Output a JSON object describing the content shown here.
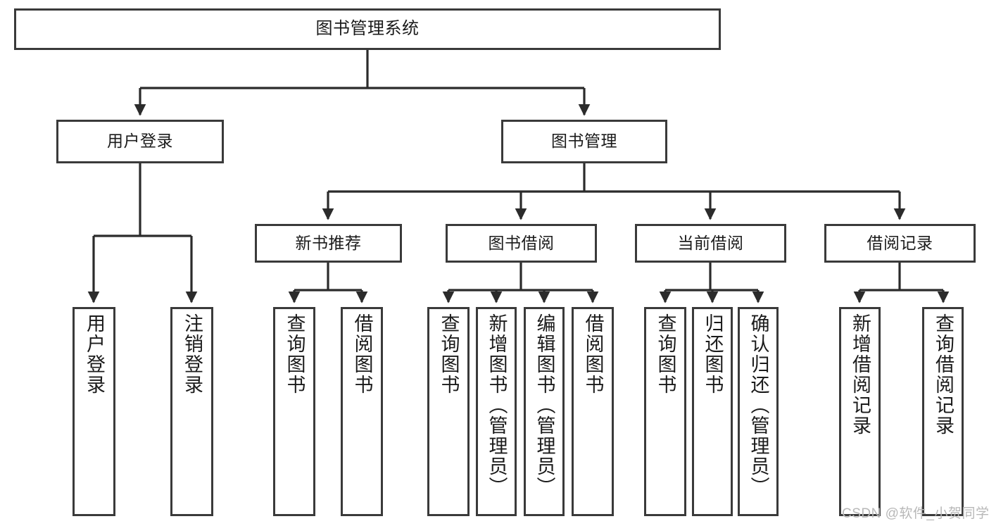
{
  "diagram": {
    "type": "tree",
    "title": "图书管理系统",
    "orientation": "top-down",
    "colors": {
      "node_border": "#3a3a3a",
      "node_fill": "#ffffff",
      "edge": "#2b2b2b",
      "text": "#1b1b1b",
      "watermark": "#b8b8b8",
      "background": "#ffffff"
    },
    "root": {
      "label": "图书管理系统"
    },
    "level2": [
      {
        "label": "用户登录"
      },
      {
        "label": "图书管理"
      }
    ],
    "level3": [
      {
        "label": "新书推荐"
      },
      {
        "label": "图书借阅"
      },
      {
        "label": "当前借阅"
      },
      {
        "label": "借阅记录"
      }
    ],
    "leaves": {
      "user_login": [
        {
          "label": "用户登录"
        },
        {
          "label": "注销登录"
        }
      ],
      "new_book_recommend": [
        {
          "label": "查询图书"
        },
        {
          "label": "借阅图书"
        }
      ],
      "book_borrow": [
        {
          "label": "查询图书"
        },
        {
          "label": "新增图书（管理员）"
        },
        {
          "label": "编辑图书（管理员）"
        },
        {
          "label": "借阅图书"
        }
      ],
      "current_borrow": [
        {
          "label": "查询图书"
        },
        {
          "label": "归还图书"
        },
        {
          "label": "确认归还（管理员）"
        }
      ],
      "borrow_record": [
        {
          "label": "新增借阅记录"
        },
        {
          "label": "查询借阅记录"
        }
      ]
    }
  },
  "watermark": {
    "text": "CSDN @软件_小贺同学"
  }
}
